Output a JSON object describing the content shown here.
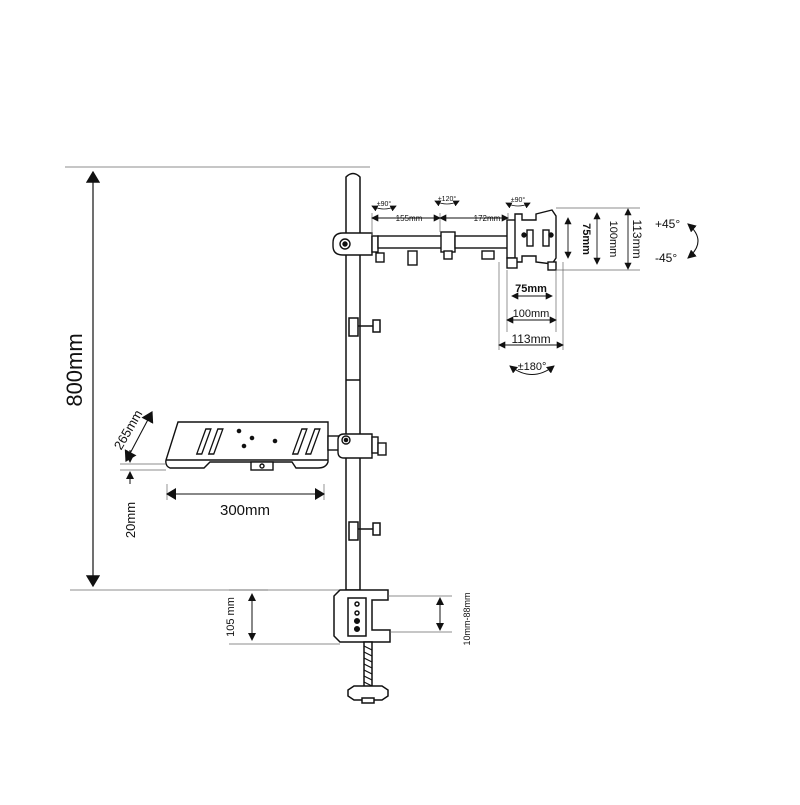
{
  "dimensions": {
    "height_total": "800mm",
    "arm_1": "155mm",
    "arm_2": "172mm",
    "swivel_1": "±90°",
    "swivel_2": "±120°",
    "swivel_3": "±90°",
    "vesa_small": "75mm",
    "vesa_mid": "100mm",
    "vesa_large": "113mm",
    "vesa_small_v": "75mm",
    "vesa_mid_v": "100mm",
    "vesa_large_v": "113mm",
    "tilt_up": "+45°",
    "tilt_down": "-45°",
    "rotation": "±180°",
    "tray_depth": "265mm",
    "tray_width": "300mm",
    "tray_lip": "20mm",
    "clamp_height": "105 mm",
    "desk_range": "10mm-88mm"
  }
}
